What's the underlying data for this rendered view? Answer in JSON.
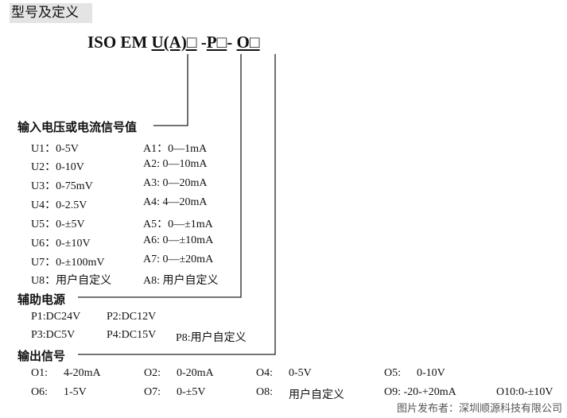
{
  "section_title": "型号及定义",
  "model_code": {
    "prefix": "ISO EM ",
    "part_u": "U(A)□",
    "sep1": " -",
    "part_p": "P□",
    "sep2": "- ",
    "part_o": "O□"
  },
  "input_signal": {
    "heading": "输入电压或电流信号值",
    "voltage": [
      "U1：0-5V",
      "U2：0-10V",
      "U3：0-75mV",
      "U4：0-2.5V",
      "U5：0-±5V",
      "U6：0-±10V",
      "U7：0-±100mV",
      "U8：用户自定义"
    ],
    "current": [
      "A1：0—1mA",
      "A2: 0—10mA",
      "A3: 0—20mA",
      "A4: 4—20mA",
      "A5：0—±1mA",
      "A6: 0—±10mA",
      "A7: 0—±20mA",
      "A8: 用户自定义"
    ]
  },
  "aux_power": {
    "heading": "辅助电源",
    "row1": [
      "P1:DC24V",
      "P2:DC12V"
    ],
    "row2": [
      "P3:DC5V",
      "P4:DC15V",
      "P8:用户自定义"
    ]
  },
  "output_signal": {
    "heading": "输出信号",
    "row1": [
      "O1:",
      "4-20mA",
      "O2:",
      "0-20mA",
      "O4:",
      "0-5V",
      "O5:",
      "0-10V"
    ],
    "row2": [
      "O6:",
      "1-5V",
      "O7:",
      "0-±5V",
      "O8:",
      "用户自定义",
      "O9: -20-+20mA",
      "O10:0-±10V"
    ]
  },
  "watermark": "图片发布者：深圳顺源科技有限公司"
}
